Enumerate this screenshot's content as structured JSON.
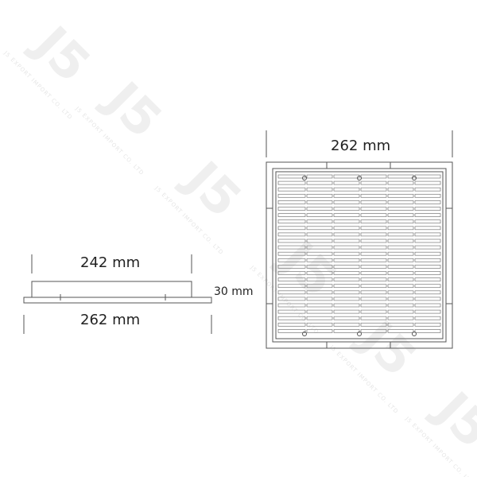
{
  "dimensions": {
    "top_width": "262 mm",
    "side_top_width": "242 mm",
    "side_bottom_width": "262 mm",
    "side_height": "30 mm"
  },
  "watermark": {
    "logo": "J5",
    "company": "J5 EXPORT IMPORT CO. LTD"
  },
  "colors": {
    "line": "#555555",
    "text": "#222222",
    "watermark": "#eeeeee"
  }
}
